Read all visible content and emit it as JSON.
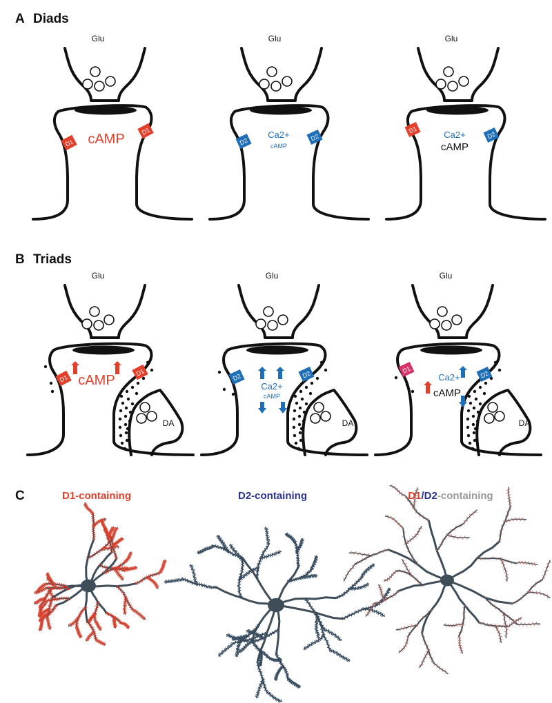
{
  "sections": {
    "a": {
      "letter": "A",
      "title": "Diads"
    },
    "b": {
      "letter": "B",
      "title": "Triads"
    },
    "c": {
      "letter": "C"
    }
  },
  "labels": {
    "glu": "Glu",
    "da": "DA",
    "d1": "D1",
    "d2": "D2",
    "camp": "cAMP",
    "ca2": "Ca2+"
  },
  "neurons": {
    "d1_title": "D1-containing",
    "d2_title": "D2-containing",
    "d1d2_part1": "D1",
    "d1d2_slash": "/",
    "d1d2_part2": "D2",
    "d1d2_part3": "-containing"
  },
  "colors": {
    "d1_red": "#e2402b",
    "d2_blue": "#1f6fb8",
    "neuron_body": "#3e4d58",
    "d2_title": "#2a3490",
    "grey_text": "#9a9a9a"
  }
}
